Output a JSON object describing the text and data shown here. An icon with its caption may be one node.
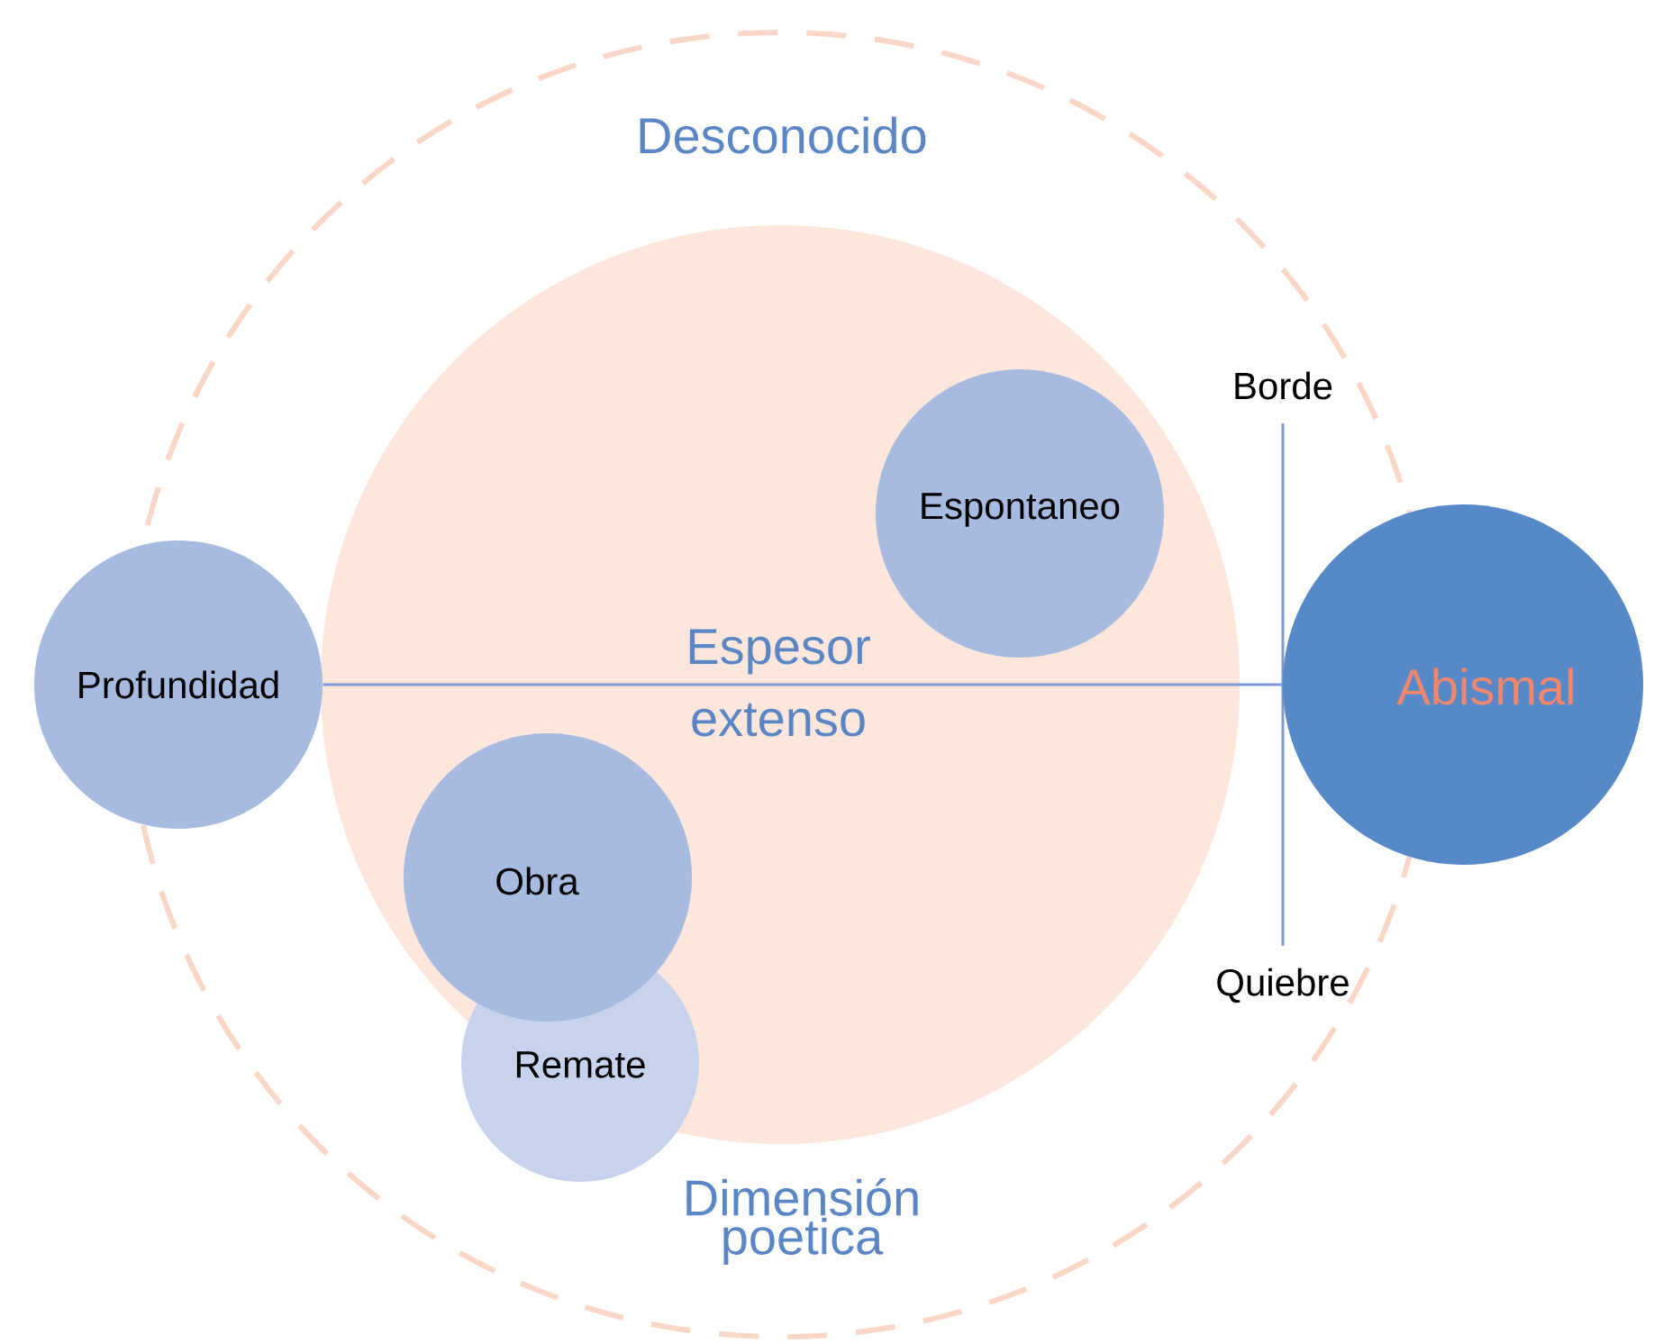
{
  "diagram": {
    "nodes": [
      {
        "text": [
          "Desconocido"
        ]
      },
      {
        "text": [
          "Espesor extenso"
        ],
        "in": 0
      },
      {
        "text": [
          "Profundidad"
        ]
      },
      {
        "text": [
          "Espontaneo"
        ],
        "in": 1
      },
      {
        "text": [
          "Obra"
        ],
        "in": 1
      },
      {
        "text": [
          "Remate"
        ],
        "in": 0
      },
      {
        "text": [
          "Abismal"
        ]
      }
    ],
    "edges": [
      {
        "from": 2,
        "to": 6,
        "arrow": "none"
      }
    ],
    "labels": [
      "Borde",
      "Quiebre",
      "Dimensión poetica"
    ]
  }
}
